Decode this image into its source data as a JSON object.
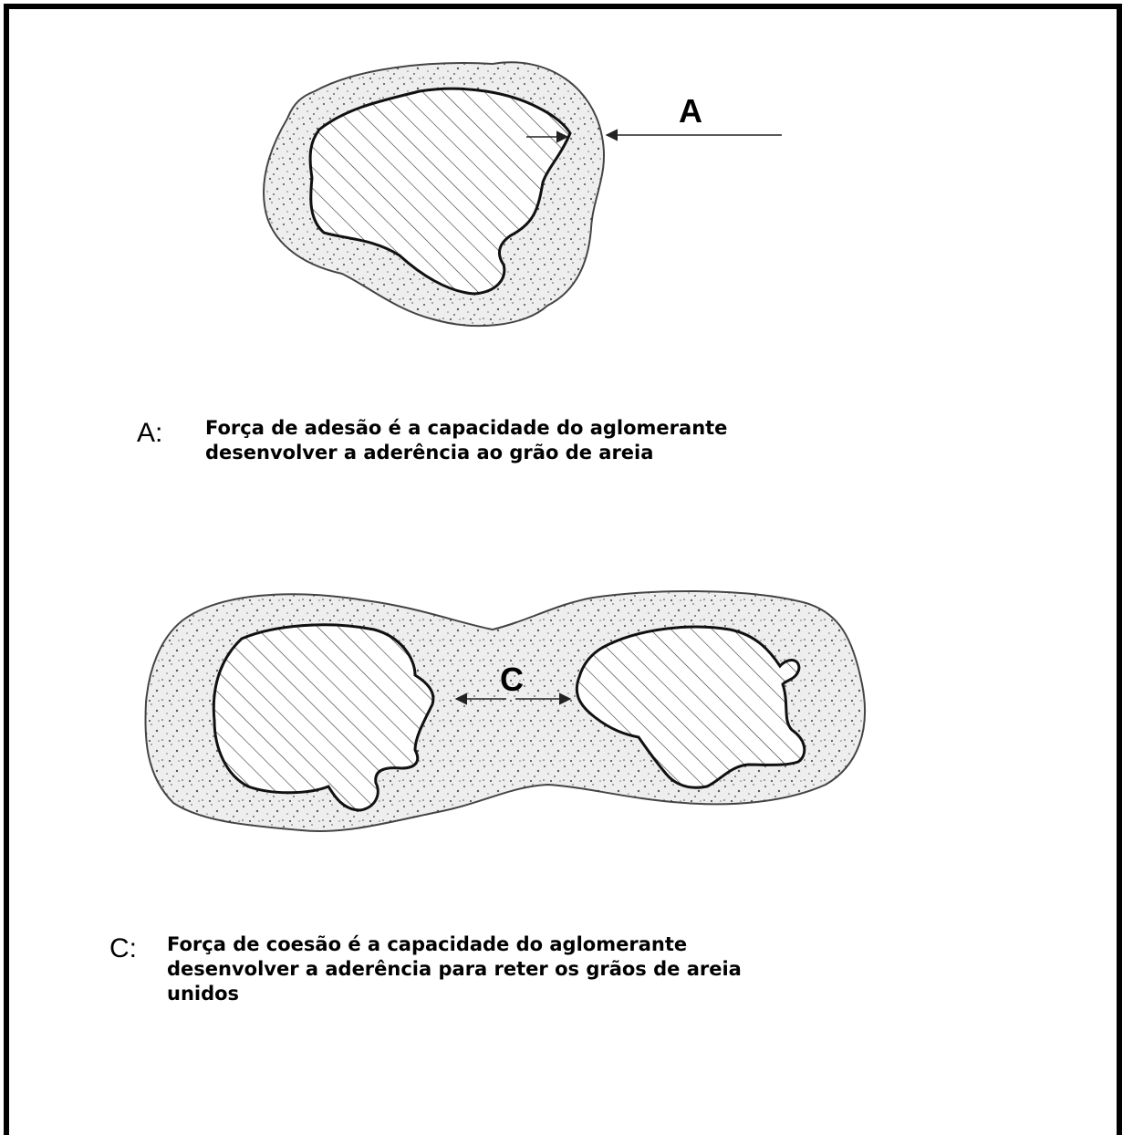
{
  "figure_top": {
    "label": "A",
    "caption_letter": "A:",
    "caption_lines": [
      "Força de adesão é a capacidade do aglomerante",
      "desenvolver a aderência ao grão de areia"
    ]
  },
  "figure_bottom": {
    "label": "C",
    "caption_letter": "C:",
    "caption_lines": [
      "Força de coesão é a capacidade do aglomerante",
      "desenvolver a aderência para reter os grãos de areia",
      "unidos"
    ]
  },
  "colors": {
    "coating_fill": "#eeeeee",
    "grain_fill": "#ffffff",
    "outline": "#222222"
  }
}
